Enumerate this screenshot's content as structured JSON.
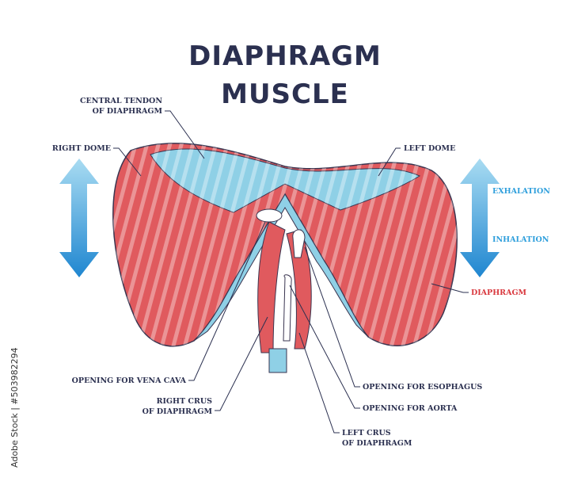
{
  "title": {
    "line1": "DIAPHRAGM",
    "line2": "MUSCLE"
  },
  "labels": {
    "central_tendon": [
      "CENTRAL TENDON",
      "OF DIAPHRAGM"
    ],
    "right_dome": "RIGHT DOME",
    "left_dome": "LEFT DOME",
    "exhalation": "EXHALATION",
    "inhalation": "INHALATION",
    "diaphragm": "DIAPHRAGM",
    "vena_cava": "OPENING FOR VENA CAVA",
    "right_crus": [
      "RIGHT CRUS",
      "OF DIAPHRAGM"
    ],
    "esophagus": "OPENING FOR ESOPHAGUS",
    "aorta": "OPENING FOR AORTA",
    "left_crus": [
      "LEFT CRUS",
      "OF DIAPHRAGM"
    ]
  },
  "watermark": "Adobe Stock | #503982294",
  "colors": {
    "muscle": "#e05a5e",
    "tendon": "#8fd0e6",
    "arrow": "#2f9fdc",
    "text": "#2b3050",
    "accent_red": "#d9383e"
  }
}
